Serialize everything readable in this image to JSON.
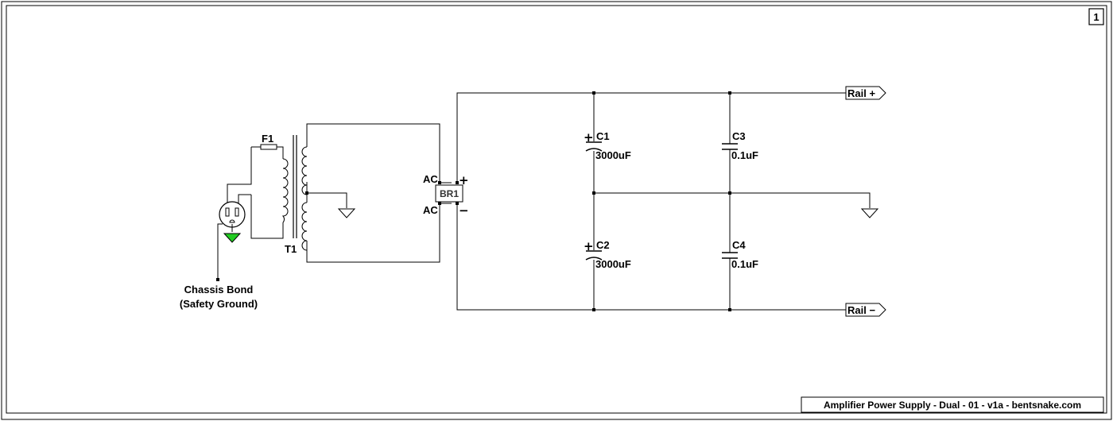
{
  "sheet": {
    "number": "1",
    "title_block": "Amplifier Power Supply - Dual - 01 - v1a - bentsnake.com"
  },
  "labels": {
    "fuse": "F1",
    "transformer": "T1",
    "rectifier": "BR1",
    "ac_top": "AC",
    "ac_bottom": "AC",
    "plus": "+",
    "minus": "−",
    "chassis_bond_line1": "Chassis Bond",
    "chassis_bond_line2": "(Safety Ground)"
  },
  "capacitors": {
    "c1": {
      "ref": "C1",
      "value": "3000uF",
      "polarity": "+"
    },
    "c2": {
      "ref": "C2",
      "value": "3000uF",
      "polarity": "+"
    },
    "c3": {
      "ref": "C3",
      "value": "0.1uF"
    },
    "c4": {
      "ref": "C4",
      "value": "0.1uF"
    }
  },
  "rails": {
    "positive": "Rail +",
    "negative": "Rail −"
  },
  "colors": {
    "wire": "#000000",
    "safety_ground": "#22cc22",
    "background": "#ffffff"
  }
}
